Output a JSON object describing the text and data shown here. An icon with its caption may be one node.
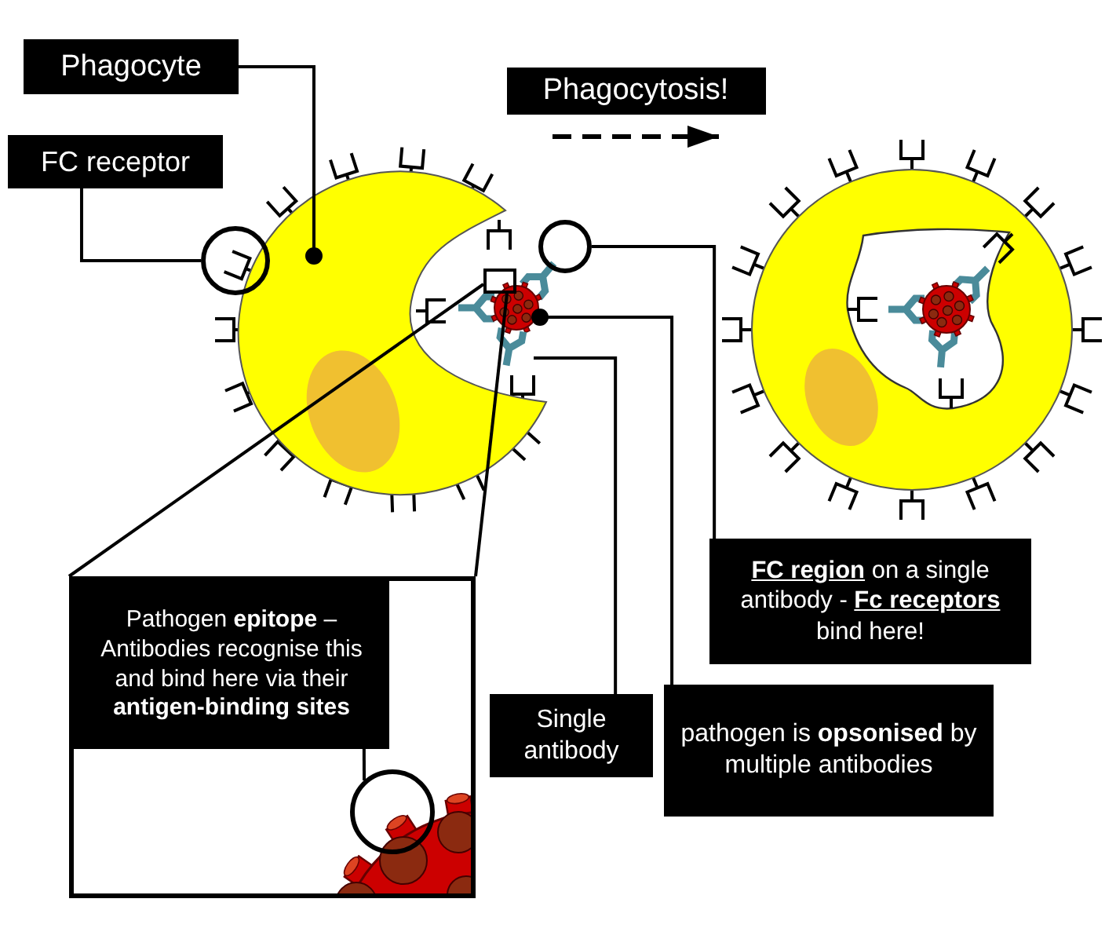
{
  "diagram": {
    "nodes": [
      {
        "text": [
          "Phagocyte"
        ]
      },
      {
        "text": [
          "FC receptor"
        ]
      },
      {
        "text": [],
        "shape": "picture"
      },
      {
        "text": [],
        "shape": "circle"
      },
      {
        "text": [],
        "shape": "circle"
      },
      {
        "text": [],
        "shape": "box"
      },
      {
        "text": [],
        "shape": "picture"
      },
      {
        "text": [],
        "shape": "picture"
      },
      {
        "text": [],
        "shape": "picture"
      },
      {
        "text": [
          "**FC region** on a single antibody - **Fc receptors** bind here!"
        ]
      },
      {
        "text": [],
        "shape": "box"
      },
      {
        "text": [
          "Pathogen **epitope** – Antibodies recognise this and bind here via their **antigen-binding sites**"
        ],
        "in": 10
      },
      {
        "text": [],
        "shape": "circle",
        "in": 10
      },
      {
        "text": [
          "Single antibody"
        ]
      },
      {
        "text": [
          "pathogen is **opsonised** by multiple antibodies"
        ]
      }
    ],
    "edges": [
      {
        "from": 0,
        "to": 2,
        "arrow": "other"
      },
      {
        "from": 1,
        "to": 3,
        "arrow": "none"
      },
      {
        "from": 2,
        "to": 8,
        "arrow": "to",
        "style": "dashed",
        "label": "Phagocytosis!"
      },
      {
        "from": 9,
        "to": 4,
        "arrow": "none"
      },
      {
        "from": 5,
        "to": 10,
        "arrow": "none"
      },
      {
        "from": 5,
        "to": 10,
        "arrow": "none"
      },
      {
        "from": 11,
        "to": 12,
        "arrow": "none"
      },
      {
        "from": 13,
        "to": 7,
        "arrow": "none"
      },
      {
        "from": 14,
        "to": 6,
        "arrow": "other"
      }
    ]
  }
}
